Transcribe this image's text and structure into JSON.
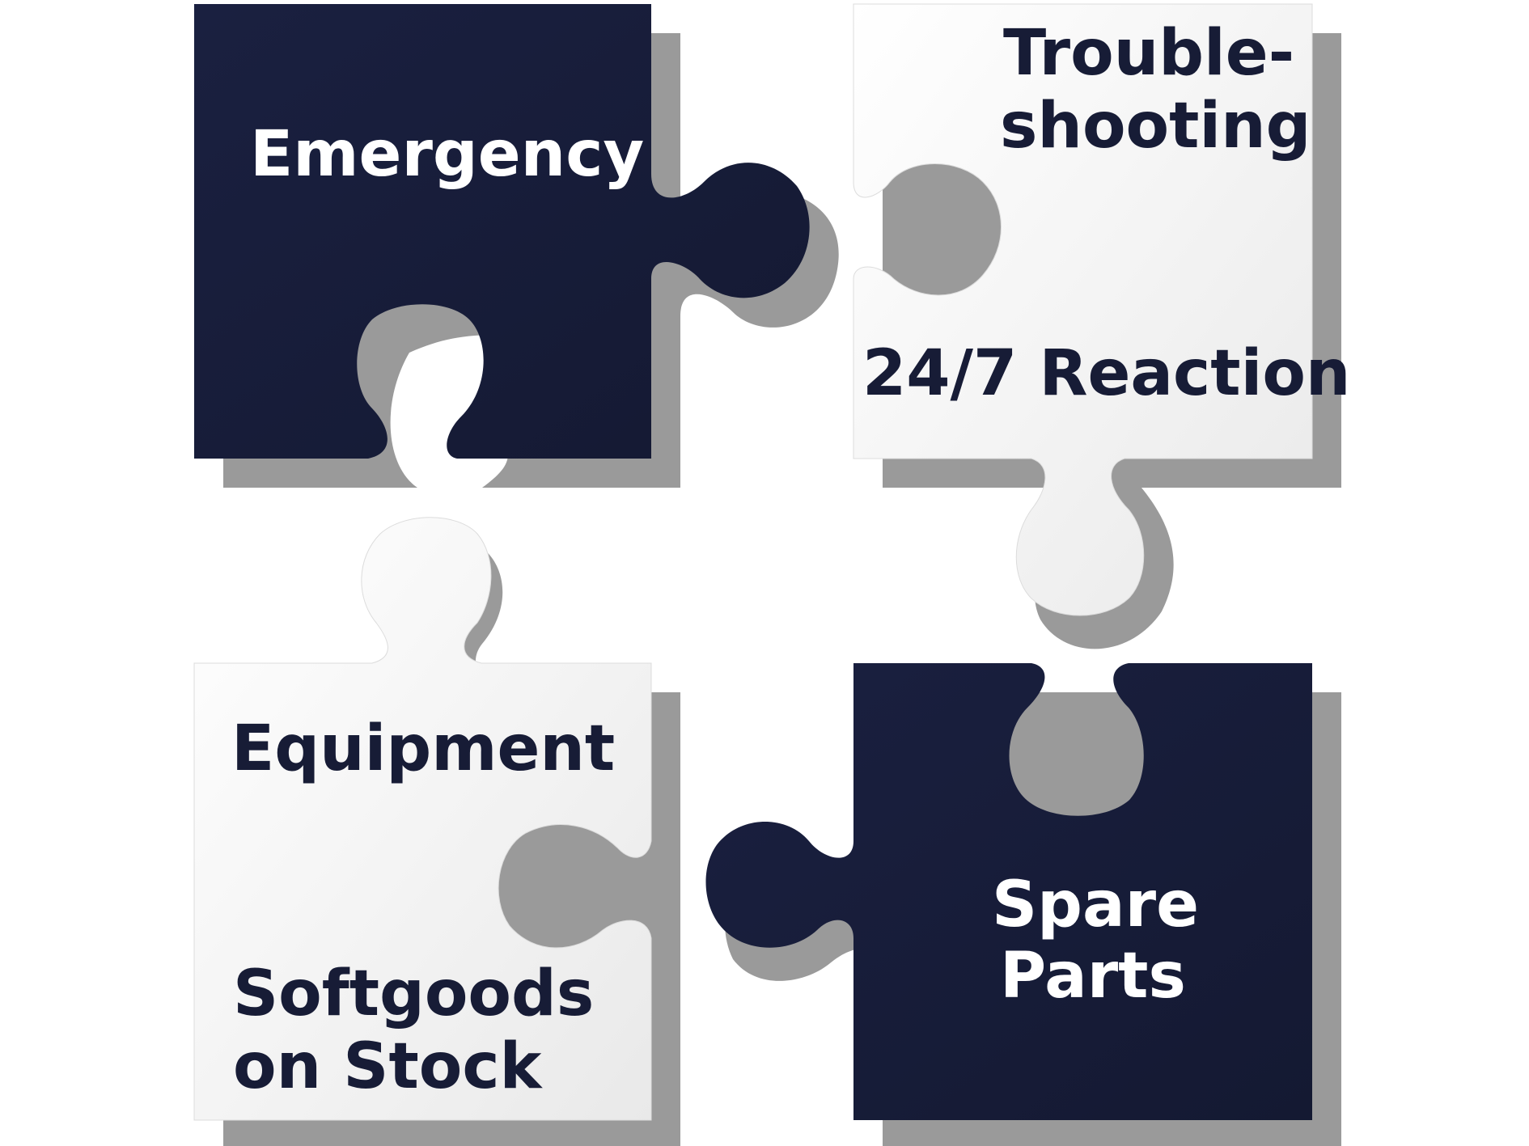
{
  "colors": {
    "dark": "#171c36",
    "light": "#efefef",
    "white_text": "#ffffff",
    "dark_text": "#171c36",
    "shadow": "#8f8f8f"
  },
  "pieces": {
    "top_left": {
      "color": "dark",
      "lines": [
        "Emergency"
      ]
    },
    "top_right": {
      "color": "light",
      "lines": [
        "Trouble-",
        "shooting",
        "24/7 Reaction"
      ]
    },
    "bottom_left": {
      "color": "light",
      "lines": [
        "Equipment",
        "Softgoods",
        "on Stock"
      ]
    },
    "bottom_right": {
      "color": "dark",
      "lines": [
        "Spare",
        "Parts"
      ]
    }
  }
}
